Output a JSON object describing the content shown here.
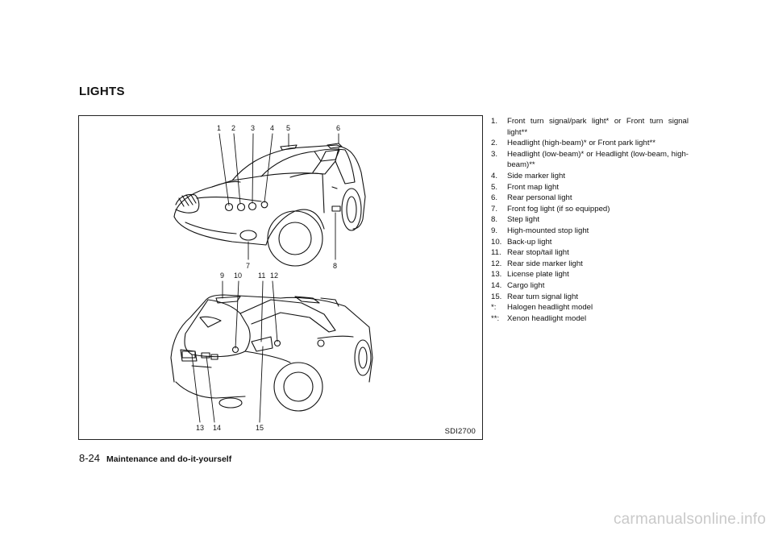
{
  "section_title": "LIGHTS",
  "figure": {
    "code": "SDI2700",
    "callouts_front_top": [
      "1",
      "2",
      "3",
      "4",
      "5",
      "6"
    ],
    "callouts_front_bottom": [
      "7",
      "8"
    ],
    "callouts_rear_top": [
      "9",
      "10",
      "11",
      "12"
    ],
    "callouts_rear_bottom": [
      "13",
      "14",
      "15"
    ]
  },
  "legend": [
    {
      "num": "1.",
      "text": "Front turn signal/park light* or Front turn signal light**"
    },
    {
      "num": "2.",
      "text": "Headlight (high-beam)* or Front park light**"
    },
    {
      "num": "3.",
      "text": "Headlight (low-beam)* or Headlight (low-beam, high-beam)**"
    },
    {
      "num": "4.",
      "text": "Side marker light"
    },
    {
      "num": "5.",
      "text": "Front map light"
    },
    {
      "num": "6.",
      "text": "Rear personal light"
    },
    {
      "num": "7.",
      "text": "Front fog light (if so equipped)"
    },
    {
      "num": "8.",
      "text": "Step light"
    },
    {
      "num": "9.",
      "text": "High-mounted stop light"
    },
    {
      "num": "10.",
      "text": "Back-up light"
    },
    {
      "num": "11.",
      "text": "Rear stop/tail light"
    },
    {
      "num": "12.",
      "text": "Rear side marker light"
    },
    {
      "num": "13.",
      "text": "License plate light"
    },
    {
      "num": "14.",
      "text": "Cargo light"
    },
    {
      "num": "15.",
      "text": "Rear turn signal light"
    },
    {
      "num": "*:",
      "text": "Halogen headlight model"
    },
    {
      "num": "**:",
      "text": "Xenon headlight model"
    }
  ],
  "footer": {
    "page_number": "8-24",
    "chapter": "Maintenance and do-it-yourself"
  },
  "watermark": "carmanualsonline.info"
}
